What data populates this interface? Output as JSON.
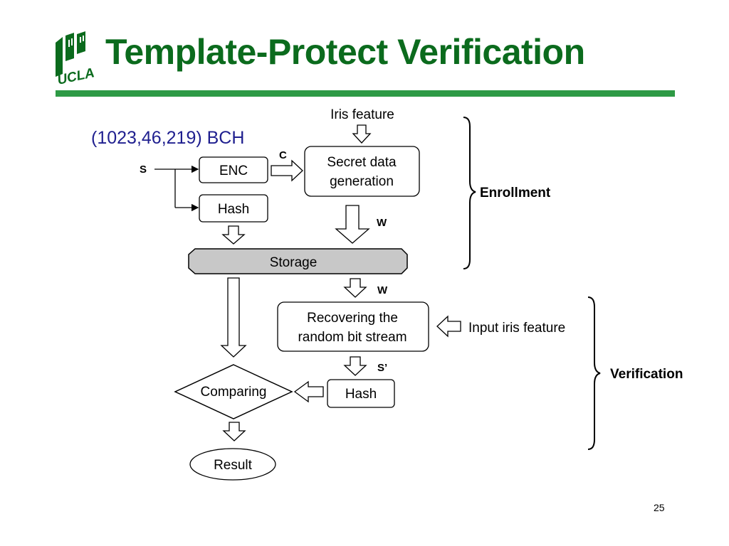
{
  "slide": {
    "title": "Template-Protect Verification",
    "page_number": "25",
    "logo_text": "UCLA",
    "colors": {
      "title": "#0b6b1d",
      "rule": "#2e9a45",
      "code_label": "#1f1f8f",
      "storage_fill": "#c8c8c8"
    }
  },
  "diagram": {
    "code_label": "(1023,46,219) BCH",
    "inputs": {
      "iris_feature": "Iris feature",
      "input_iris_feature": "Input iris feature",
      "s": "S"
    },
    "nodes": {
      "enc": "ENC",
      "hash_top": "Hash",
      "secret_line1": "Secret data",
      "secret_line2": "generation",
      "storage": "Storage",
      "recover_line1": "Recovering the",
      "recover_line2": "random bit stream",
      "hash_bottom": "Hash",
      "comparing": "Comparing",
      "result": "Result"
    },
    "edge_labels": {
      "c": "C",
      "w_enroll": "W",
      "w_verify": "W",
      "s_prime": "S’"
    },
    "groups": {
      "enrollment": "Enrollment",
      "verification": "Verification"
    }
  }
}
